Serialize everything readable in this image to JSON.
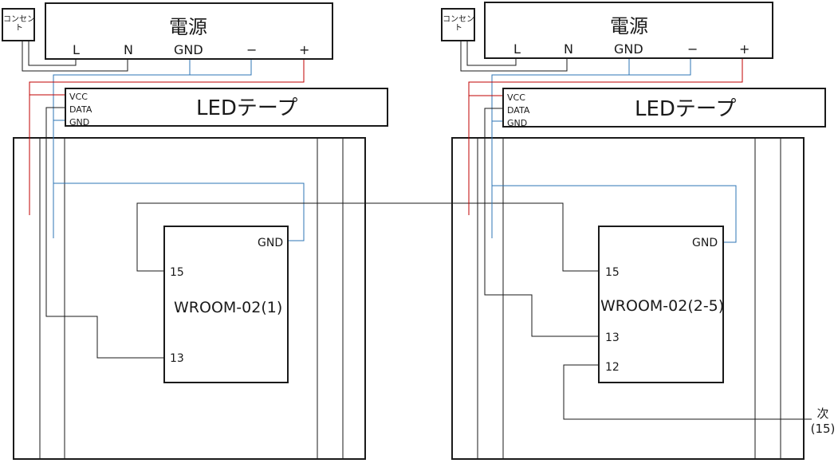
{
  "colors": {
    "frame": "#1a1a1a",
    "wire_black": "#1a1a1a",
    "wire_blue": "#2e75b6",
    "wire_red": "#c00000"
  },
  "units": [
    {
      "outlet_label": "コンセント",
      "psu_title": "電源",
      "terminals": [
        "L",
        "N",
        "GND",
        "−",
        "+"
      ],
      "led_title": "LEDテープ",
      "led_pins": [
        "VCC",
        "DATA",
        "GND"
      ],
      "module_title": "WROOM-02(1)",
      "module_pins": [
        "GND",
        "15",
        "13"
      ]
    },
    {
      "outlet_label": "コンセント",
      "psu_title": "電源",
      "terminals": [
        "L",
        "N",
        "GND",
        "−",
        "+"
      ],
      "led_title": "LEDテープ",
      "led_pins": [
        "VCC",
        "DATA",
        "GND"
      ],
      "module_title": "WROOM-02(2-5)",
      "module_pins": [
        "GND",
        "15",
        "13",
        "12"
      ]
    }
  ],
  "next_label": "次\n(15)"
}
